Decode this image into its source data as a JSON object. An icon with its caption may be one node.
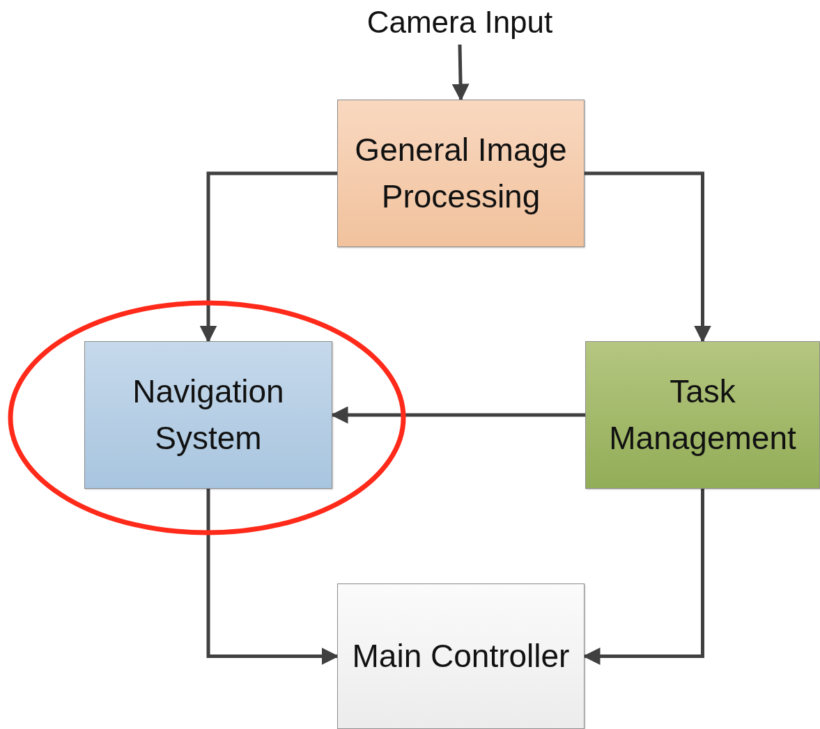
{
  "diagram": {
    "nodes": [
      {
        "text": [
          "Camera Input"
        ]
      },
      {
        "text": [
          "General Image Processing"
        ]
      },
      {
        "text": [
          "Navigation System"
        ]
      },
      {
        "text": [
          "Task Management"
        ]
      },
      {
        "text": [
          "Main Controller"
        ]
      }
    ],
    "edges": [
      {
        "from": 0,
        "to": 1,
        "arrow": "to"
      },
      {
        "from": 1,
        "to": 2,
        "arrow": "to"
      },
      {
        "from": 1,
        "to": 3,
        "arrow": "to"
      },
      {
        "from": 3,
        "to": 2,
        "arrow": "to"
      },
      {
        "from": 2,
        "to": 4,
        "arrow": "to"
      },
      {
        "from": 3,
        "to": 4,
        "arrow": "to"
      }
    ]
  }
}
